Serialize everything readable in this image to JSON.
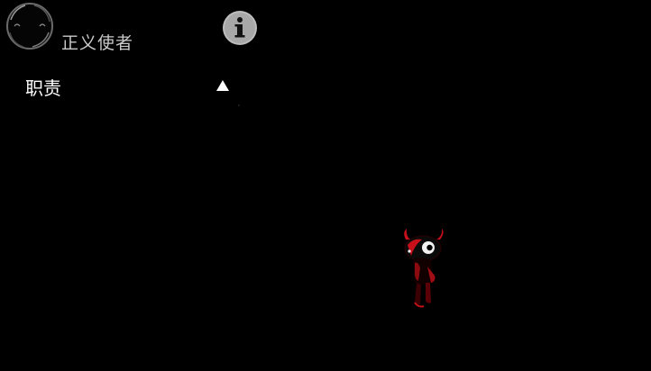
{
  "header": {
    "title": "正义使者",
    "avatar_icon": "round-portrait-frame-icon",
    "info_icon": "info-icon"
  },
  "panel": {
    "duty_label": "职责",
    "toggle_icon": "triangle-up-icon"
  },
  "scene": {
    "character_icon": "red-horned-creature-sprite",
    "colors": {
      "background": "#000000",
      "title_text": "#c9c9c9",
      "character_red": "#c8101a",
      "info_circle": "#bdbdbd"
    }
  }
}
